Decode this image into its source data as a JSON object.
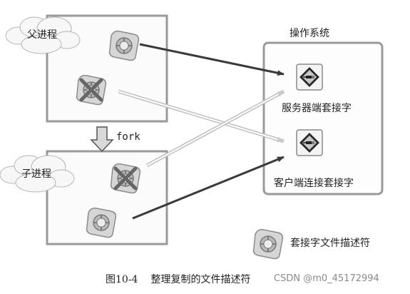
{
  "os_box": {
    "title": "操作系统"
  },
  "sockets": {
    "server": "服务器端套接字",
    "client": "客户端连接套接字"
  },
  "processes": {
    "parent": "父进程",
    "child": "子进程",
    "fork": "fork"
  },
  "legend": {
    "descriptor": "套接字文件描述符"
  },
  "caption": {
    "number": "图10-4",
    "title": "整理复制的文件描述符"
  },
  "watermark": "CSDN @m0_45172994",
  "icons": {
    "descriptor": "file-descriptor-icon",
    "closed_descriptor": "closed-descriptor-icon",
    "socket": "socket-plug-icon"
  },
  "colors": {
    "box_border": "#9a9a9a",
    "arrow": "#3a3a3a",
    "descriptor_fill": "#c8c8c8"
  }
}
